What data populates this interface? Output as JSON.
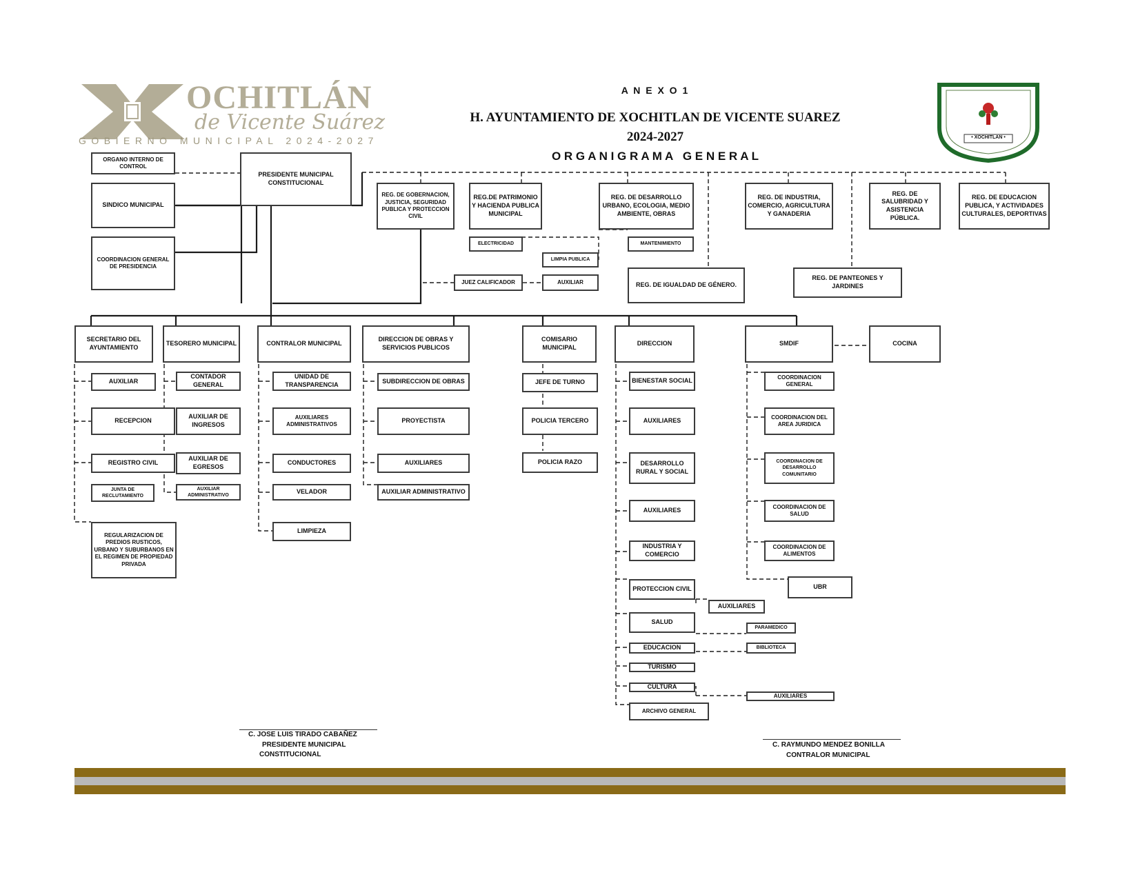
{
  "header": {
    "annex": "A N E X O 1",
    "title": "H. AYUNTAMIENTO DE XOCHITLAN DE VICENTE SUAREZ",
    "period": "2024-2027",
    "subtitle": "O R G A N I G R A M A   G E N E R A L"
  },
  "logo": {
    "word": "OCHITLÁN",
    "script": "de Vicente Suárez",
    "tagline": "GOBIERNO MUNICIPAL 2024-2027",
    "seal_text": "• XOCHITLAN •"
  },
  "colors": {
    "logo_tan": "#b3ad97",
    "seal_green": "#1f6b2a",
    "stripe_gold": "#8a6a17",
    "stripe_gray": "#b8b8b8"
  },
  "nodes": {
    "organo": "ORGANO INTERNO DE CONTROL",
    "presidente": "PRESIDENTE MUNICIPAL CONSTITUCIONAL",
    "sindico": "SINDICO MUNICIPAL",
    "coord_presidencia": "COORDINACION GENERAL DE PRESIDENCIA",
    "reg_gob": "REG. DE GOBERNACION, JUSTICIA, SEGURIDAD PUBLICA Y PROTECCION CIVIL",
    "reg_patrimonio": "REG.DE PATRIMONIO Y HACIENDA PUBLICA MUNICIPAL",
    "reg_desarrollo": "REG. DE DESARROLLO URBANO, ECOLOGIA, MEDIO AMBIENTE, OBRAS",
    "reg_industria": "REG. DE INDUSTRIA, COMERCIO, AGRICULTURA Y GANADERIA",
    "reg_salubridad": "REG. DE SALUBRIDAD Y ASISTENCIA PÚBLICA.",
    "reg_educacion": "REG. DE EDUCACION PUBLICA, Y ACTIVIDADES CULTURALES, DEPORTIVAS",
    "electricidad": "ELECTRICIDAD",
    "limpia": "LIMPIA PUBLICA",
    "juez": "JUEZ CALIFICADOR",
    "auxiliar_juez": "AUXILIAR",
    "mantenimiento": "MANTENIMIENTO",
    "reg_igualdad": "REG. DE IGUALDAD DE GÉNERO.",
    "reg_panteones": "REG. DE PANTEONES Y JARDINES",
    "secretario": "SECRETARIO DEL AYUNTAMIENTO",
    "tesorero": "TESORERO MUNICIPAL",
    "contralor": "CONTRALOR MUNICIPAL",
    "dir_obras": "DIRECCION DE OBRAS Y SERVICIOS PUBLICOS",
    "comisario": "COMISARIO MUNICIPAL",
    "direccion": "DIRECCION",
    "smdif": "SMDIF",
    "cocina": "COCINA",
    "sec_auxiliar": "AUXILIAR",
    "recepcion": "RECEPCION",
    "registro_civil": "REGISTRO CIVIL",
    "junta": "JUNTA DE RECLUTAMIENTO",
    "regularizacion": "REGULARIZACION DE PREDIOS RUSTICOS, URBANO Y SUBURBANOS EN EL REGIMEN DE PROPIEDAD PRIVADA",
    "contador": "CONTADOR GENERAL",
    "aux_ingresos": "AUXILIAR DE INGRESOS",
    "aux_egresos": "AUXILIAR DE EGRESOS",
    "aux_admin_tes": "AUXILIAR ADMINISTRATIVO",
    "unidad_transp": "UNIDAD DE TRANSPARENCIA",
    "aux_admins": "AUXILIARES ADMINISTRATIVOS",
    "conductores": "CONDUCTORES",
    "velador": "VELADOR",
    "limpieza": "LIMPIEZA",
    "subdir_obras": "SUBDIRECCION DE OBRAS",
    "proyectista": "PROYECTISTA",
    "auxiliares_obras": "AUXILIARES",
    "aux_admin_obras": "AUXILIAR ADMINISTRATIVO",
    "jefe_turno": "JEFE DE TURNO",
    "policia_tercero": "POLICIA TERCERO",
    "policia_razo": "POLICIA RAZO",
    "bienestar": "BIENESTAR SOCIAL",
    "auxiliares_dir1": "AUXILIARES",
    "desarrollo_rural": "DESARROLLO RURAL Y SOCIAL",
    "auxiliares_dir2": "AUXILIARES",
    "industria_comercio": "INDUSTRIA Y COMERCIO",
    "proteccion_civil": "PROTECCION CIVIL",
    "auxiliares_pc": "AUXILIARES",
    "salud": "SALUD",
    "paramedico": "PARAMEDICO",
    "educacion": "EDUCACION",
    "biblioteca": "BIBLIOTECA",
    "turismo": "TURISMO",
    "cultura": "CULTURA",
    "auxiliares_cultura": "AUXILIARES",
    "archivo": "ARCHIVO GENERAL",
    "coord_general": "COORDINACION GENERAL",
    "coord_juridica": "COORDINACION DEL AREA JURIDICA",
    "coord_desarrollo": "COORDINACION DE DESARROLLO COMUNITARIO",
    "coord_salud": "COORDINACION DE SALUD",
    "coord_alimentos": "COORDINACION DE ALIMENTOS",
    "ubr": "UBR"
  },
  "signatures": {
    "left": [
      "C. JOSE LUIS TIRADO CABAÑEZ",
      "PRESIDENTE MUNICIPAL",
      "CONSTITUCIONAL"
    ],
    "right": [
      "C. RAYMUNDO MENDEZ BONILLA",
      "CONTRALOR MUNICIPAL"
    ]
  }
}
